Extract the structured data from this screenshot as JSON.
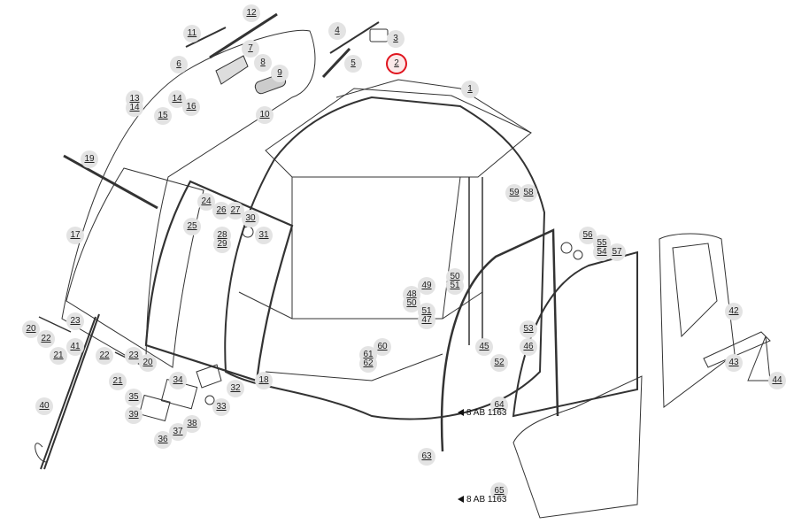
{
  "diagram": {
    "title": "Cab exploded parts view",
    "highlight_color": "#e0141e",
    "highlighted_callout": "2",
    "callouts": [
      "1",
      "2",
      "3",
      "4",
      "5",
      "6",
      "7",
      "8",
      "9",
      "10",
      "11",
      "12",
      "13",
      "14",
      "14",
      "15",
      "16",
      "17",
      "18",
      "19",
      "20",
      "20",
      "21",
      "21",
      "22",
      "22",
      "23",
      "23",
      "24",
      "25",
      "26",
      "27",
      "28",
      "29",
      "30",
      "31",
      "32",
      "33",
      "34",
      "35",
      "36",
      "37",
      "38",
      "39",
      "40",
      "41",
      "42",
      "43",
      "44",
      "45",
      "46",
      "47",
      "48",
      "49",
      "50",
      "50",
      "51",
      "51",
      "52",
      "53",
      "54",
      "55",
      "56",
      "57",
      "58",
      "59",
      "60",
      "61",
      "62",
      "63",
      "64",
      "65"
    ],
    "references": [
      "8 AB 1163",
      "8 AB 1163"
    ]
  }
}
